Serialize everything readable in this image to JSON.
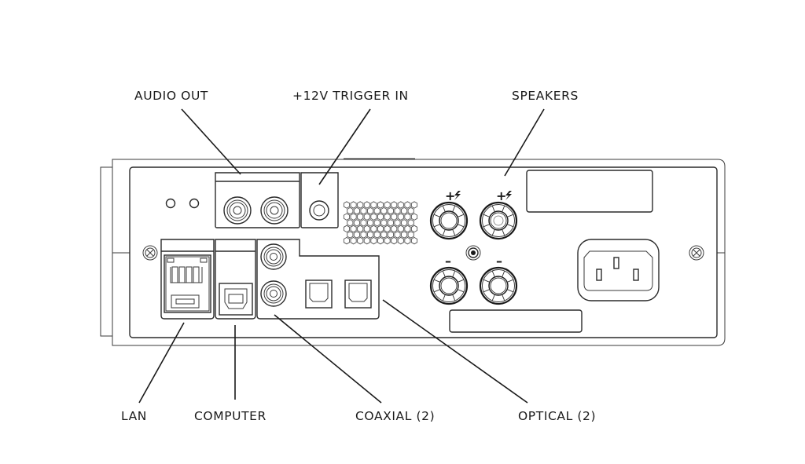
{
  "diagram": {
    "subject": "Rear panel of network audio player / amplifier",
    "labels": {
      "audio_out": "AUDIO OUT",
      "trigger_in": "+12V TRIGGER IN",
      "speakers": "SPEAKERS",
      "lan": "LAN",
      "computer": "COMPUTER",
      "coaxial": "COAXIAL (2)",
      "optical": "OPTICAL (2)"
    },
    "speaker_terminal_marks": {
      "positive": "+",
      "negative": "–"
    },
    "ports": {
      "audio_out_rca_count": 2,
      "coaxial_count": 2,
      "optical_count": 2,
      "speaker_terminal_count": 4
    },
    "colors": {
      "line": "#1a1a1a",
      "background": "#ffffff"
    }
  }
}
